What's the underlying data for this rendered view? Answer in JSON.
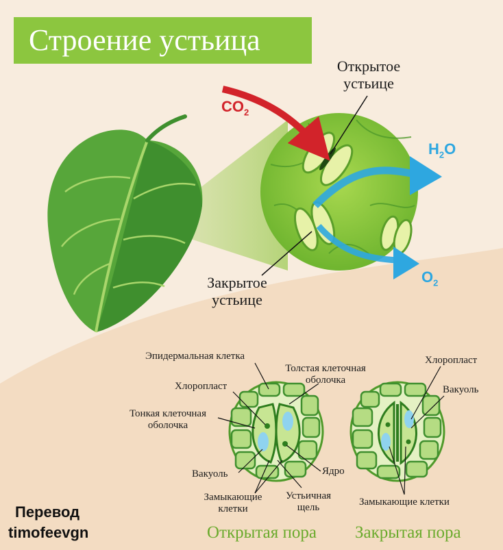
{
  "title": "Строение устьица",
  "labels": {
    "open_stoma_line1": "Открытое",
    "open_stoma_line2": "устьице",
    "closed_stoma_line1": "Закрытое",
    "closed_stoma_line2": "устьице",
    "co2_main": "CO",
    "co2_sub": "2",
    "h2o_h": "H",
    "h2o_sub": "2",
    "h2o_o": "O",
    "o2_main": "O",
    "o2_sub": "2"
  },
  "open_pore": {
    "epidermal_cell": "Эпидермальная клетка",
    "chloroplast": "Хлоропласт",
    "thin_wall_line1": "Тонкая клеточная",
    "thin_wall_line2": "оболочка",
    "thick_wall_line1": "Толстая клеточная",
    "thick_wall_line2": "оболочка",
    "vacuole": "Вакуоль",
    "nucleus": "Ядро",
    "guard_cells_line1": "Замыкающие",
    "guard_cells_line2": "клетки",
    "stomatal_slit_line1": "Устьичная",
    "stomatal_slit_line2": "щель",
    "caption": "Открытая пора"
  },
  "closed_pore": {
    "chloroplast": "Хлоропласт",
    "vacuole": "Вакуоль",
    "guard_cells": "Замыкающие клетки",
    "caption": "Закрытая пора"
  },
  "credit": {
    "line1": "Перевод",
    "line2": "timofeevgn"
  },
  "colors": {
    "title_bg": "#8cc63f",
    "leaf_dark": "#3f8f2e",
    "leaf_light": "#86c544",
    "co2_arrow": "#d2232a",
    "h2o_arrow": "#2ea7e0",
    "caption_green": "#6aaa2c"
  }
}
